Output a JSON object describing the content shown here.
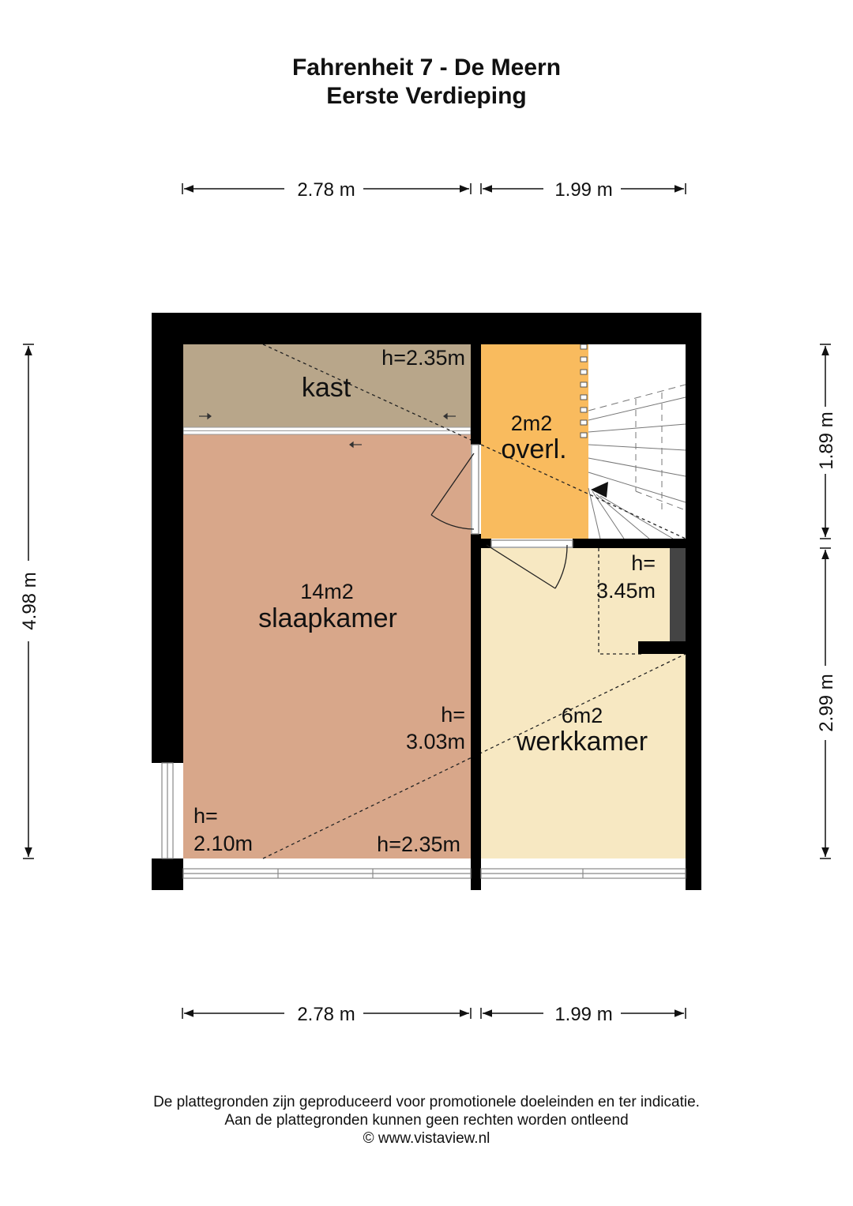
{
  "header": {
    "title_line1": "Fahrenheit 7 - De Meern",
    "title_line2": "Eerste Verdieping"
  },
  "dimensions": {
    "top_left": "2.78 m",
    "top_right": "1.99 m",
    "bottom_left": "2.78 m",
    "bottom_right": "1.99 m",
    "left": "4.98 m",
    "right_top": "1.89 m",
    "right_bottom": "2.99 m"
  },
  "rooms": {
    "kast": {
      "name": "kast",
      "height": "h=2.35m"
    },
    "overloop": {
      "area": "2m2",
      "name": "overl."
    },
    "slaapkamer": {
      "area": "14m2",
      "name": "slaapkamer",
      "height_mid_1": "h=",
      "height_mid_2": "3.03m",
      "height_low_1": "h=",
      "height_low_2": "2.10m",
      "height_bottom": "h=2.35m"
    },
    "werkkamer": {
      "area": "6m2",
      "name": "werkkamer",
      "height_1": "h=",
      "height_2": "3.45m"
    }
  },
  "colors": {
    "wall": "#000000",
    "kast": "#b8a68a",
    "slaapkamer": "#d8a78a",
    "overloop": "#f9bb5e",
    "werkkamer": "#f7e8c2",
    "stairs": "#ffffff"
  },
  "footer": {
    "line1": "De plattegronden zijn geproduceerd voor promotionele doeleinden en ter indicatie.",
    "line2": "Aan de plattegronden kunnen geen rechten worden ontleend",
    "line3": "© www.vistaview.nl"
  }
}
